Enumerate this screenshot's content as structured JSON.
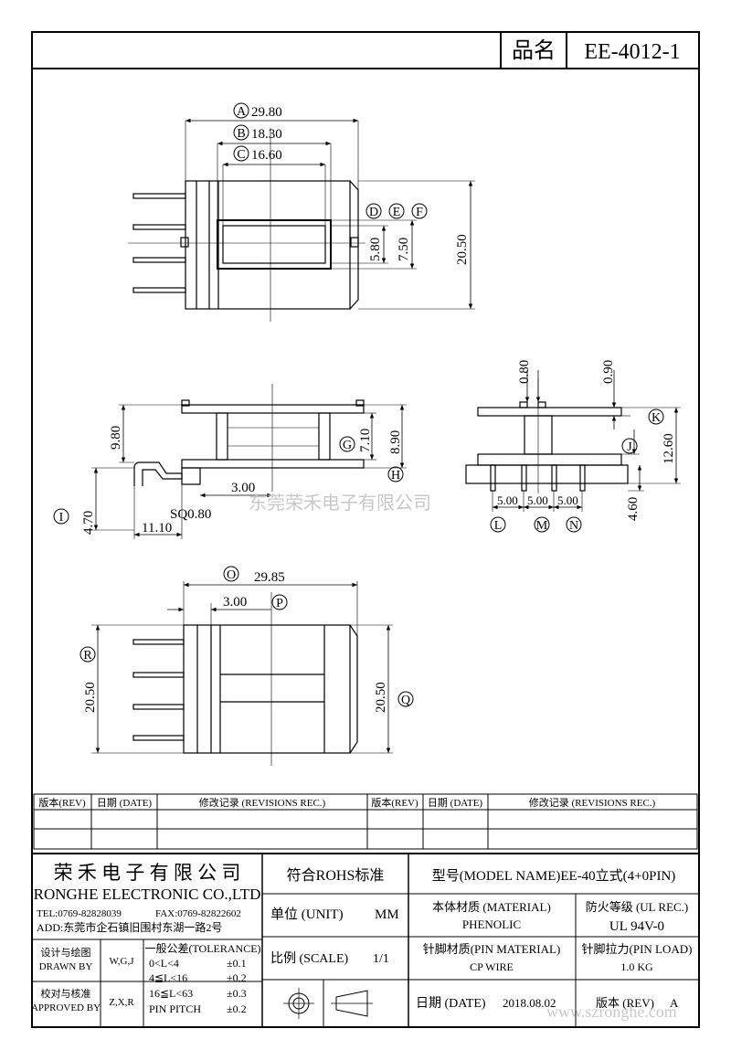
{
  "header": {
    "part_name_label": "品名",
    "part_number": "EE-4012-1"
  },
  "dimensions": {
    "A": "29.80",
    "B": "18.30",
    "C": "16.60",
    "D_E_F_inner": "5.80",
    "D_E_F_outer": "7.50",
    "overall_height": "20.50",
    "side_pin_height": "9.80",
    "G_value": "7.10",
    "H_value": "8.90",
    "pin_offset": "3.00",
    "I_value": "4.70",
    "sq_pin": "SQ0.80",
    "pin_length": "11.10",
    "top_left": "0.80",
    "top_right": "0.90",
    "K_value": "12.60",
    "J_value": "4.60",
    "pitch_L": "5.00",
    "pitch_M": "5.00",
    "pitch_N": "5.00",
    "O_value": "29.85",
    "P_value": "3.00",
    "R_value": "20.50",
    "Q_value": "20.50"
  },
  "callouts": {
    "A": "A",
    "B": "B",
    "C": "C",
    "D": "D",
    "E": "E",
    "F": "F",
    "G": "G",
    "H": "H",
    "I": "I",
    "J": "J",
    "K": "K",
    "L": "L",
    "M": "M",
    "N": "N",
    "O": "O",
    "P": "P",
    "Q": "Q",
    "R": "R"
  },
  "watermark_center": "东莞荣禾电子有限公司",
  "watermark_corner": "www.szronghe.com",
  "revision_table": {
    "headers": [
      "版本(REV)",
      "日期 (DATE)",
      "修改记录 (REVISIONS REC.)",
      "版本(REV)",
      "日期 (DATE)",
      "修改记录 (REVISIONS REC.)"
    ]
  },
  "title_block": {
    "company_cn": "荣 禾 电 子 有 限 公 司",
    "company_en": "RONGHE ELECTRONIC CO.,LTD",
    "tel": "TEL:0769-82828039",
    "fax": "FAX:0769-82822602",
    "address": "ADD:东莞市企石镇旧围村东湖一路2号",
    "rohs": "符合ROHS标准",
    "model_name": "型号(MODEL NAME)EE-40立式(4+0PIN)",
    "unit_label": "单位 (UNIT)",
    "unit_value": "MM",
    "material_label": "本体材质 (MATERIAL)",
    "material_value": "PHENOLIC",
    "flammability_label": "防火等级 (UL REC.)",
    "flammability_value": "UL 94V-0",
    "designed_label_cn": "设计与绘图",
    "designed_label_en": "DRAWN BY",
    "designed_by": "W,G,J",
    "tolerance_title": "一般公差(TOLERANCE)",
    "tolerance_rows": [
      {
        "range": "0<L<4",
        "value": "±0.1"
      },
      {
        "range": "4≦L<16",
        "value": "±0.2"
      },
      {
        "range": "16≦L<63",
        "value": "±0.3"
      },
      {
        "range": "PIN PITCH",
        "value": "±0.2"
      }
    ],
    "scale_label": "比例 (SCALE)",
    "scale_value": "1/1",
    "pin_material_label": "针脚材质(PIN MATERIAL)",
    "pin_material_value": "CP WIRE",
    "pin_load_label": "针脚拉力(PIN LOAD)",
    "pin_load_value": "1.0 KG",
    "approved_label_cn": "校对与核准",
    "approved_label_en": "APPROVED BY",
    "approved_by": "Z,X,R",
    "date_label": "日期 (DATE)",
    "date_value": "2018.08.02",
    "rev_label": "版本 (REV)",
    "rev_value": "A"
  }
}
